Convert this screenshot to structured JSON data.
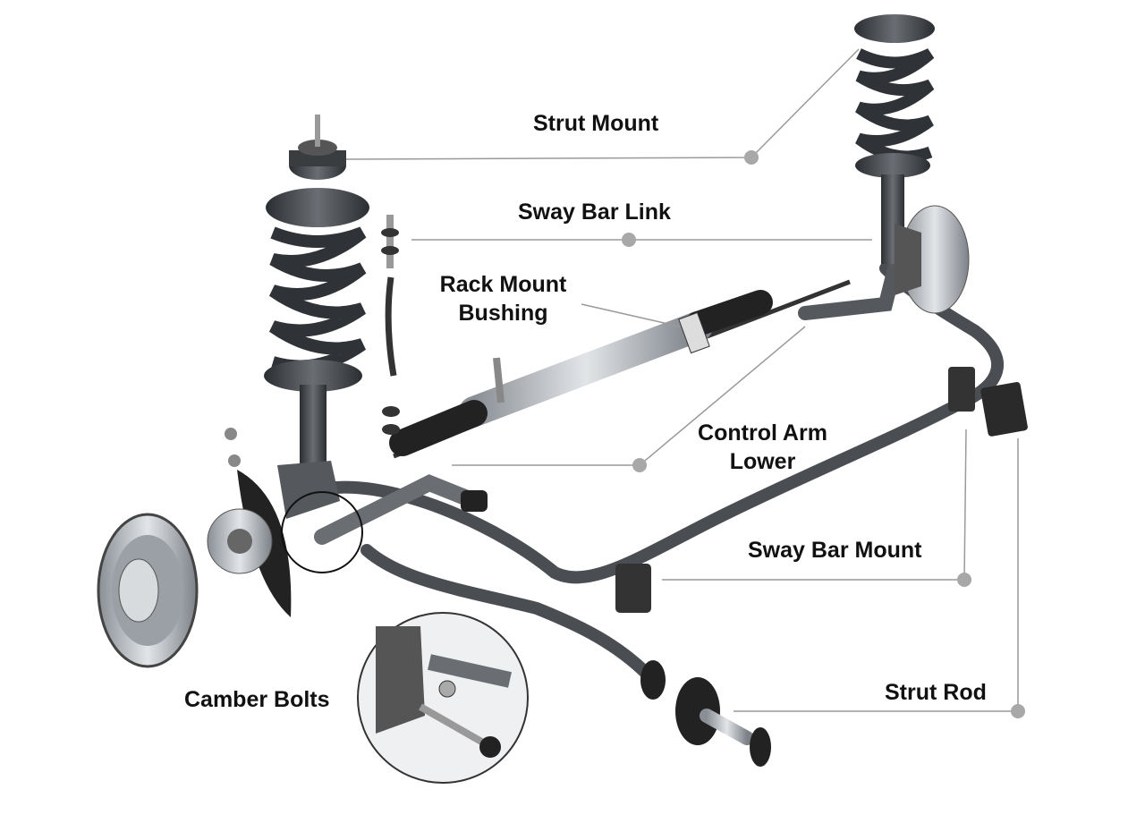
{
  "title": "Front suspension components",
  "labels": {
    "strut_mount": "Strut Mount",
    "sway_bar_link": "Sway Bar Link",
    "rack_mount_bushing_1": "Rack Mount",
    "rack_mount_bushing_2": "Bushing",
    "control_arm_1": "Control Arm",
    "control_arm_2": "Lower",
    "sway_bar_mount": "Sway Bar Mount",
    "strut_rod": "Strut Rod",
    "camber_bolts": "Camber Bolts"
  },
  "colors": {
    "leader_line": "#9a9a9a",
    "leader_dot": "#a8a8a8",
    "part_dark": "#3a3d40",
    "part_mid": "#5d6166",
    "metal": "#b9bdc2"
  }
}
